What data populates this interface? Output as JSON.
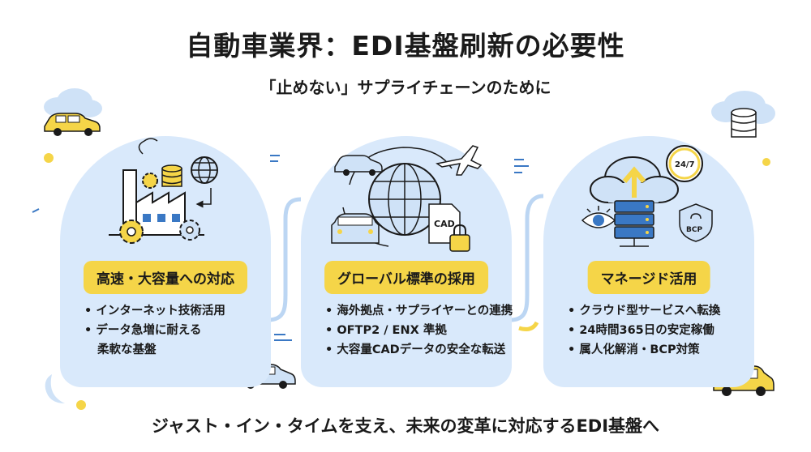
{
  "title": "自動車業界：EDI基盤刷新の必要性",
  "subtitle": "「止めない」サプライチェーンのために",
  "panels": [
    {
      "heading": "高速・大容量への対応",
      "bullets": [
        "• インターネット技術活用",
        "• データ急増に耐える",
        "柔軟な基盤"
      ]
    },
    {
      "heading": "グローバル標準の採用",
      "bullets": [
        "• 海外拠点・サプライヤーとの連携",
        "• OFTP2 / ENX 準拠",
        "• 大容量CADデータの安全な転送"
      ],
      "cad_label": "CAD"
    },
    {
      "heading": "マネージド活用",
      "bullets": [
        "• クラウド型サービスへ転換",
        "• 24時間365日の安定稼働",
        "• 属人化解消・BCP対策"
      ],
      "clock_label": "24/7",
      "bcp_label": "BCP"
    }
  ],
  "footer": "ジャスト・イン・タイムを支え、未来の変革に対応するEDI基盤へ",
  "colors": {
    "panel": "#d9e9fb",
    "badge": "#f5d548",
    "accent_blue": "#3a78c4",
    "car_yellow": "#f5d548"
  },
  "icons": [
    "factory-icon",
    "gear-icon",
    "database-icon",
    "globe-icon",
    "car-icon",
    "airplane-icon",
    "cad-file-icon",
    "lock-icon",
    "cloud-icon",
    "server-icon",
    "clock-icon",
    "eye-icon",
    "shield-icon"
  ]
}
